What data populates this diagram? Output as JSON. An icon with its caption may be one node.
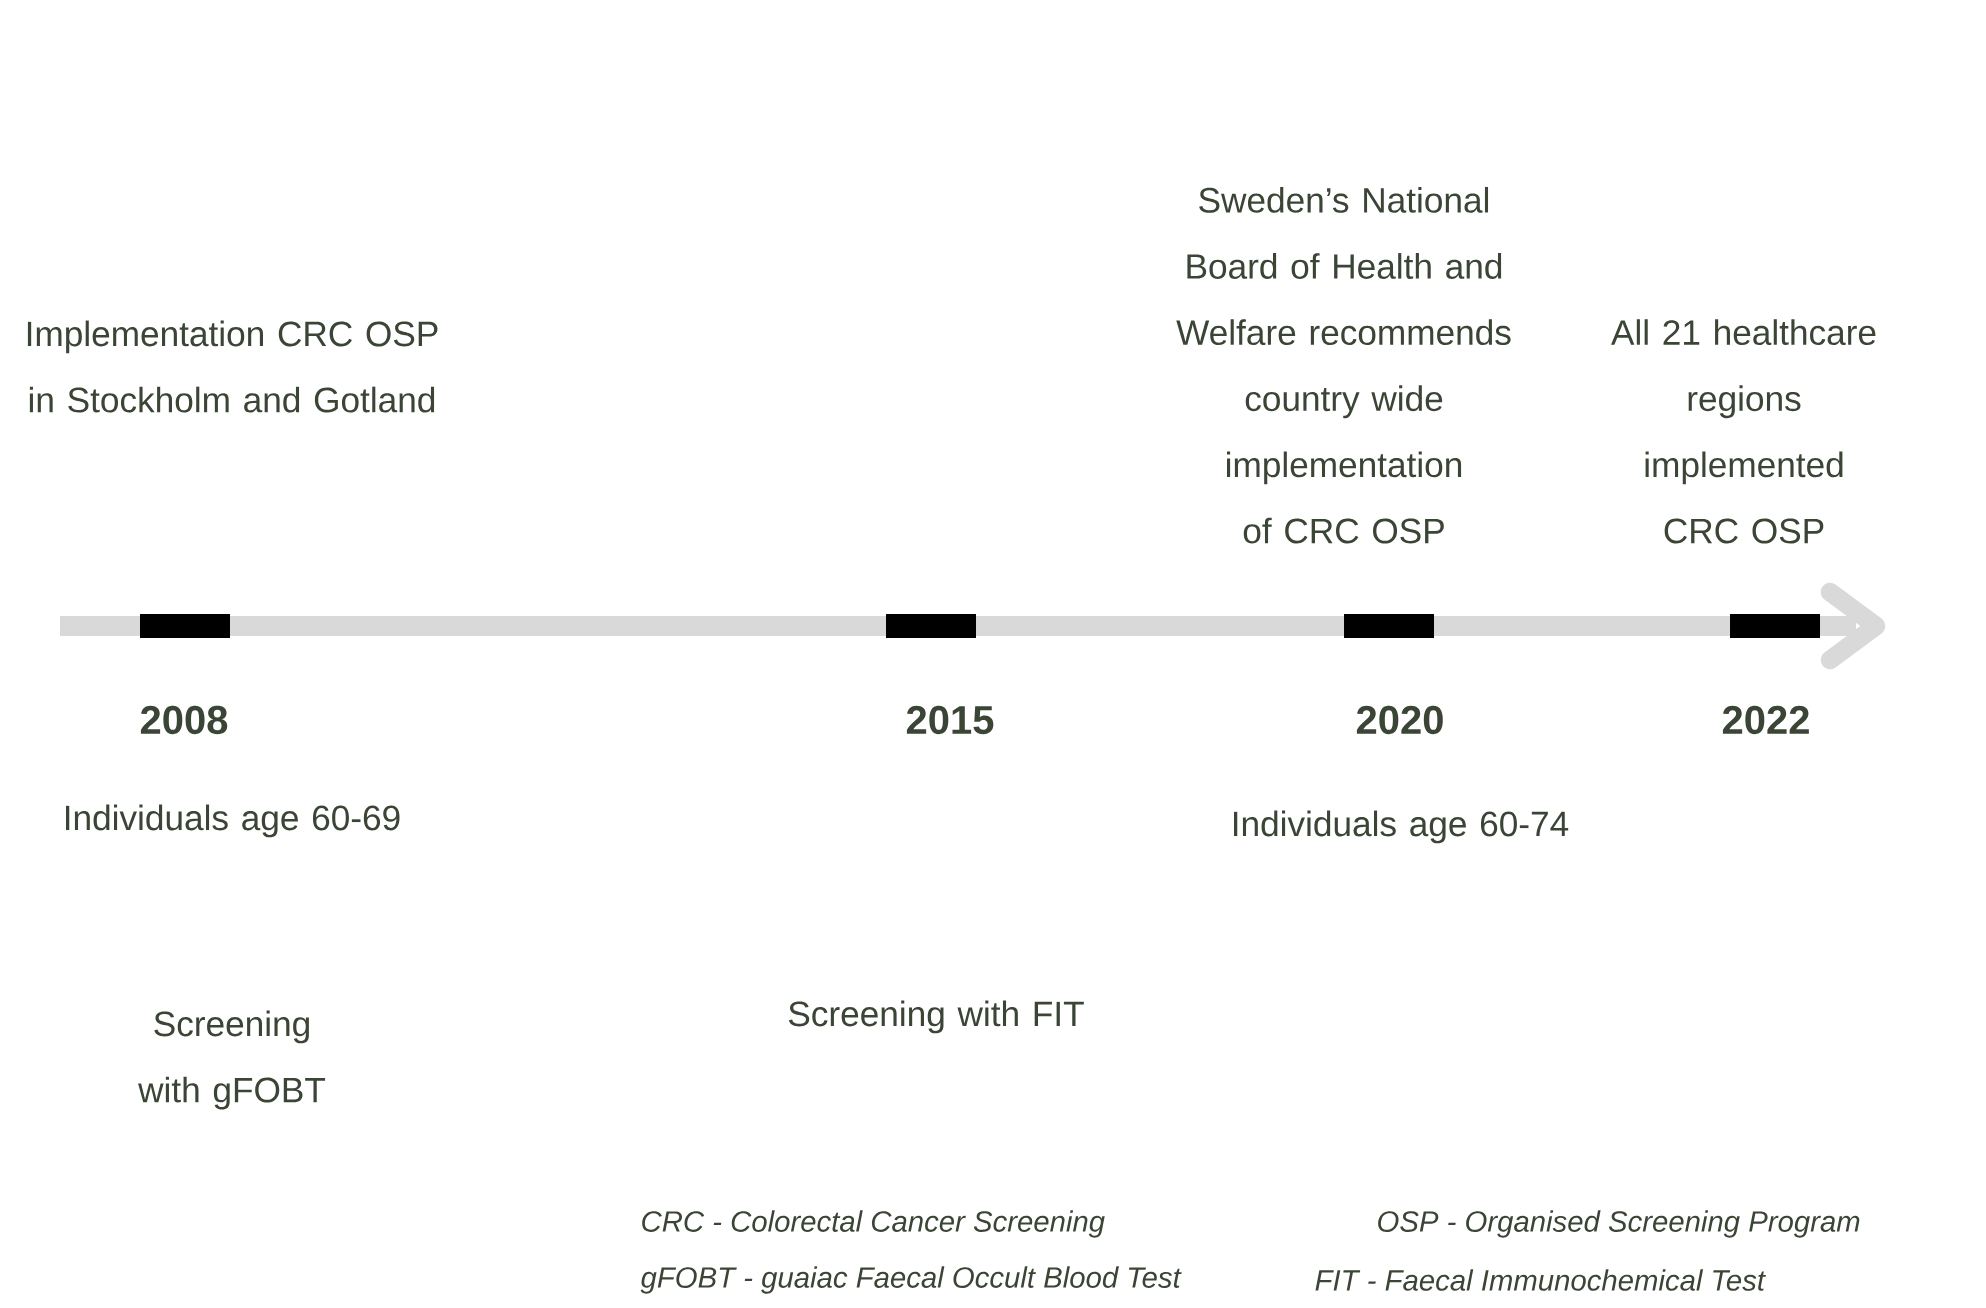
{
  "diagram": {
    "labels": [
      "Sweden’s National Board of Health and Welfare recommends country wide implementation of CRC OSP",
      "Implementation CRC OSP in Stockholm and Gotland",
      "All 21 healthcare regions implemented CRC OSP",
      "2008",
      "2015",
      "2020",
      "2022",
      "Individuals age 60-69",
      "Individuals age 60-74",
      "Screening with gFOBT",
      "Screening with FIT",
      "CRC - Colorectal Cancer Screening",
      "OSP - Organised Screening Program",
      "gFOBT - guaiac Faecal Occult Blood Test",
      "FIT - Faecal Immunochemical Test"
    ]
  }
}
